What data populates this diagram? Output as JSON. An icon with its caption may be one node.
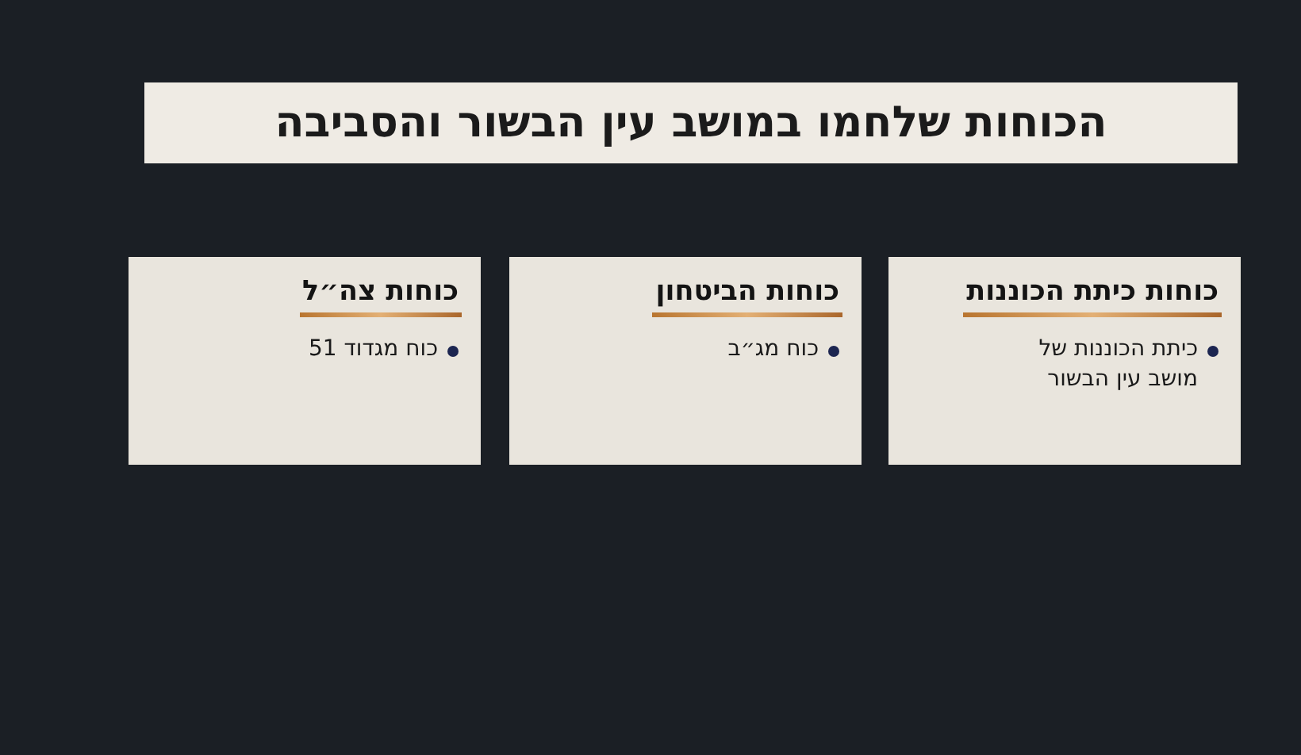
{
  "diagram": {
    "title": "הכוחות שלחמו במושב עין הבשור והסביבה",
    "nodes": [
      {
        "text": [
          "כוחות כיתת הכוננות",
          "כיתת הכוננות של מושב עין הבשור"
        ]
      },
      {
        "text": [
          "כוחות הביטחון",
          "כוח מג״ב"
        ]
      },
      {
        "text": [
          "כוחות צה״ל",
          "כוח מגדוד 51"
        ]
      }
    ]
  }
}
